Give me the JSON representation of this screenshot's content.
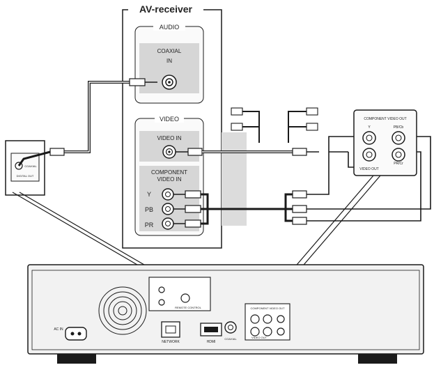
{
  "receiver": {
    "title": "AV-receiver",
    "audio_section": "AUDIO",
    "coaxial_label": "COAXIAL",
    "coaxial_in": "IN",
    "video_section": "VIDEO",
    "video_in": "VIDEO IN",
    "component_title": "COMPONENT",
    "component_sub": "VIDEO IN",
    "y_label": "Y",
    "pb_label": "PB",
    "pr_label": "PR"
  },
  "tv_panel": {
    "title": "COMPONENT VIDEO OUT",
    "y": "Y",
    "pb": "PB/Cb",
    "pr": "PR/Cr",
    "video_out": "VIDEO OUT"
  },
  "small_device": {
    "coaxial": "COAXIAL",
    "digital_out": "DIGITAL OUT"
  },
  "player_rear": {
    "ac_in": "AC IN",
    "network": "NETWORK",
    "hdmi": "HDMI",
    "coaxial": "COAXIAL",
    "video_out": "VIDEO OUT",
    "remote_control": "REMOTE CONTROL",
    "component_video_out": "COMPONENT VIDEO OUT"
  },
  "colors": {
    "line": "#1a1a1a",
    "panel_fill": "#f2f2f2",
    "highlight": "#d6d6d6",
    "jack": "#ffffff"
  }
}
